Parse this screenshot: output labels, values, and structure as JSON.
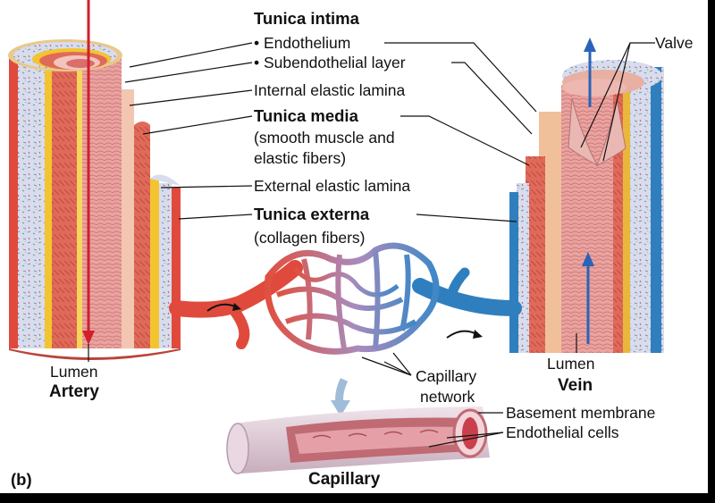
{
  "labels": {
    "tunica_intima": "Tunica intima",
    "endothelium": "• Endothelium",
    "subendothelial": "• Subendothelial layer",
    "internal_elastic": "Internal elastic lamina",
    "tunica_media": "Tunica media",
    "media_desc_1": "(smooth muscle and",
    "media_desc_2": "elastic fibers)",
    "external_elastic": "External elastic lamina",
    "tunica_externa": "Tunica externa",
    "externa_desc": "(collagen fibers)",
    "valve": "Valve",
    "capillary_network_1": "Capillary",
    "capillary_network_2": "network",
    "basement_membrane": "Basement membrane",
    "endothelial_cells": "Endothelial cells",
    "lumen_artery": "Lumen",
    "artery": "Artery",
    "lumen_vein": "Lumen",
    "vein": "Vein",
    "capillary": "Capillary",
    "panel": "(b)"
  },
  "colors": {
    "background": "#ffffff",
    "frame": "#000000",
    "artery_red": "#e0463a",
    "muscle_pink": "#e8877a",
    "intima_pink": "#f0b3b0",
    "elastic_yellow": "#f3c430",
    "externa_blue": "#c9d2e8",
    "vein_blue": "#2f7fbf",
    "flow_red_arrow": "#d0202a",
    "flow_blue_arrow": "#2a63b8",
    "capillary_purple": "#a98ab4",
    "capillary_sheath": "#d9c3cf"
  }
}
